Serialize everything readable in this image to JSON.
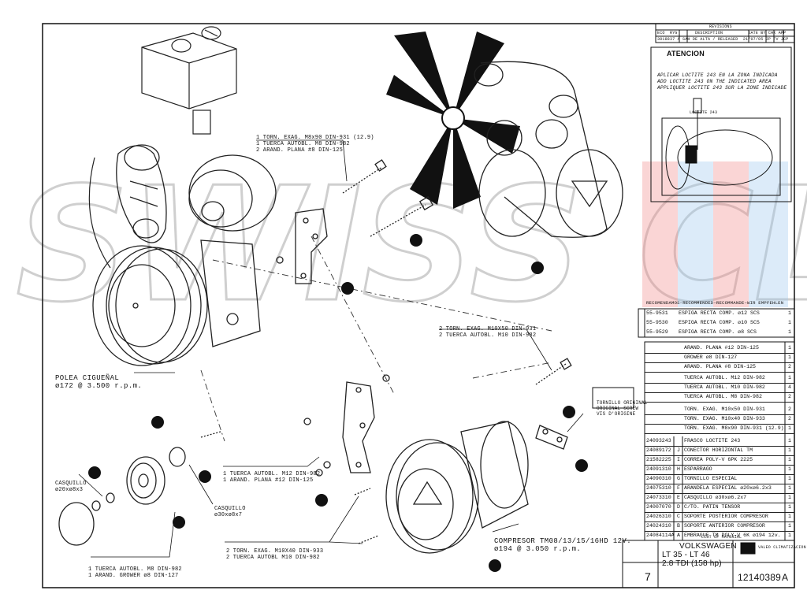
{
  "revisions": {
    "title": "REVISIONS",
    "header": [
      "ECO",
      "RYG",
      "DESCRIPTION",
      "DATE",
      "BY",
      "CHK",
      "APP"
    ],
    "row": [
      "3018837",
      "A",
      "SAH DE ALTA / RELEASED",
      "21/07/05",
      "JP",
      "FV",
      "JCP"
    ]
  },
  "attention": {
    "title": "ATENCION",
    "lines": [
      "APLICAR LOCTITE 243 EN LA ZONA INDICADA",
      "ADD LOCTITE 243 ON THE INDICATED AREA",
      "APPLIQUER LOCTITE 243 SUR LA ZONE INDICADE"
    ],
    "callout": "LOCTITE 243"
  },
  "recommended": {
    "header": "RECOMENDAMOS–RECOMMENDED–RECOMMANDE–WIR EMPFEHLEN",
    "rows": [
      {
        "code": "55-9531",
        "desc": "ESPIGA RECTA COMP. ø12 SCS",
        "qty": "1"
      },
      {
        "code": "55-9530",
        "desc": "ESPIGA RECTA COMP. ø10 SCS",
        "qty": "1"
      },
      {
        "code": "55-9529",
        "desc": "ESPIGA RECTA COMP. ø8 SCS",
        "qty": "1"
      }
    ]
  },
  "hardware": [
    {
      "desc": "ARAND. PLANA #12 DIN-125",
      "qty": "1"
    },
    {
      "desc": "GROWER ø8 DIN-127",
      "qty": "1"
    },
    {
      "desc": "ARAND. PLANA #8 DIN-125",
      "qty": "2"
    },
    {
      "desc": "TUERCA AUTOBL. M12 DIN-982",
      "qty": "1"
    },
    {
      "desc": "TUERCA AUTOBL. M10 DIN-982",
      "qty": "4"
    },
    {
      "desc": "TUERCA AUTOBL. M8 DIN-982",
      "qty": "2"
    },
    {
      "desc": "TORN. EXAG. M10x50 DIN-931",
      "qty": "2"
    },
    {
      "desc": "TORN. EXAG. M10x40 DIN-933",
      "qty": "2"
    },
    {
      "desc": "TORN. EXAG. M8x90 DIN-931 (12.9)",
      "qty": "1"
    }
  ],
  "parts": [
    {
      "code": "24093243",
      "item": "",
      "desc": "FRASCO LOCTITE 243",
      "qty": "1"
    },
    {
      "code": "24089172",
      "item": "J",
      "desc": "CONECTOR HORIZONTAL TM",
      "qty": "1"
    },
    {
      "code": "21582225",
      "item": "I",
      "desc": "CORREA POLY-V 6PK 2225",
      "qty": "1"
    },
    {
      "code": "24091310",
      "item": "H",
      "desc": "ESPARRAGO",
      "qty": "1"
    },
    {
      "code": "24090310",
      "item": "G",
      "desc": "TORNILLO ESPECIAL",
      "qty": "1"
    },
    {
      "code": "24075310",
      "item": "F",
      "desc": "ARANDELA ESPECIAL ø20xø6.2x3",
      "qty": "1"
    },
    {
      "code": "24073310",
      "item": "E",
      "desc": "CASQUILLO ø30xø6.2x7",
      "qty": "1"
    },
    {
      "code": "24007070",
      "item": "D",
      "desc": "C/TO. PATIN TENSOR",
      "qty": "1"
    },
    {
      "code": "24026310",
      "item": "C",
      "desc": "SOPORTE POSTERIOR COMPRESOR",
      "qty": "1"
    },
    {
      "code": "24024310",
      "item": "B",
      "desc": "SOPORTE ANTERIOR COMPRESOR",
      "qty": "1"
    },
    {
      "code": "24084114A",
      "item": "A",
      "desc": "EMBRAGUE TM POLY-V 6K ø194 12v.",
      "qty": "1"
    }
  ],
  "list_of_material": "LIST OF MATERIAL",
  "title_block": {
    "line1": "VOLKSWAGEN",
    "line2": "LT 35 - LT 46",
    "line3": "2.8 TDI (158 hp)",
    "sheet": "7",
    "drawing_no": "12140389",
    "rev": "A",
    "company": "VALEO CLIMATIZACION"
  },
  "callouts": {
    "bolt_top": [
      "1 TORN. EXAG. M8x90 DIN-931 (12.9)",
      "1 TUERCA AUTOBL. M8 DIN-982",
      "2 ARAND. PLANA #8 DIN-125"
    ],
    "bolt_mid": [
      "2 TORN. EXAG. M10X50 DIN-931",
      "2 TUERCA AUTOBL. M10 DIN-982"
    ],
    "original_screw": [
      "TORNILLO ORIGINAL",
      "ORIGINAL SCREW",
      "VIS D'ORIGINE"
    ],
    "nut_m12": [
      "1 TUERCA AUTOBL. M12 DIN-982",
      "1 ARAND. PLANA #12 DIN-125"
    ],
    "casquillo_small": [
      "CASQUILLO",
      "ø20xø8x3"
    ],
    "casquillo_large": [
      "CASQUILLO",
      "ø30xø8x7"
    ],
    "bolt_bottom": [
      "2 TORN. EXAG. M10X40 DIN-933",
      "2 TUERCA AUTOBL M10 DIN-982"
    ],
    "nut_m8": [
      "1 TUERCA AUTOBL. M8 DIN-982",
      "1 ARAND. GROWER ø8 DIN-127"
    ],
    "crank_pulley": [
      "POLEA CIGUEÑAL",
      "ø172 @ 3.500 r.p.m."
    ],
    "compressor": [
      "COMPRESOR TM08/13/15/16HD 12V.",
      "ø194 @ 3.050 r.p.m."
    ]
  },
  "watermark": "SWISS CLIMA"
}
